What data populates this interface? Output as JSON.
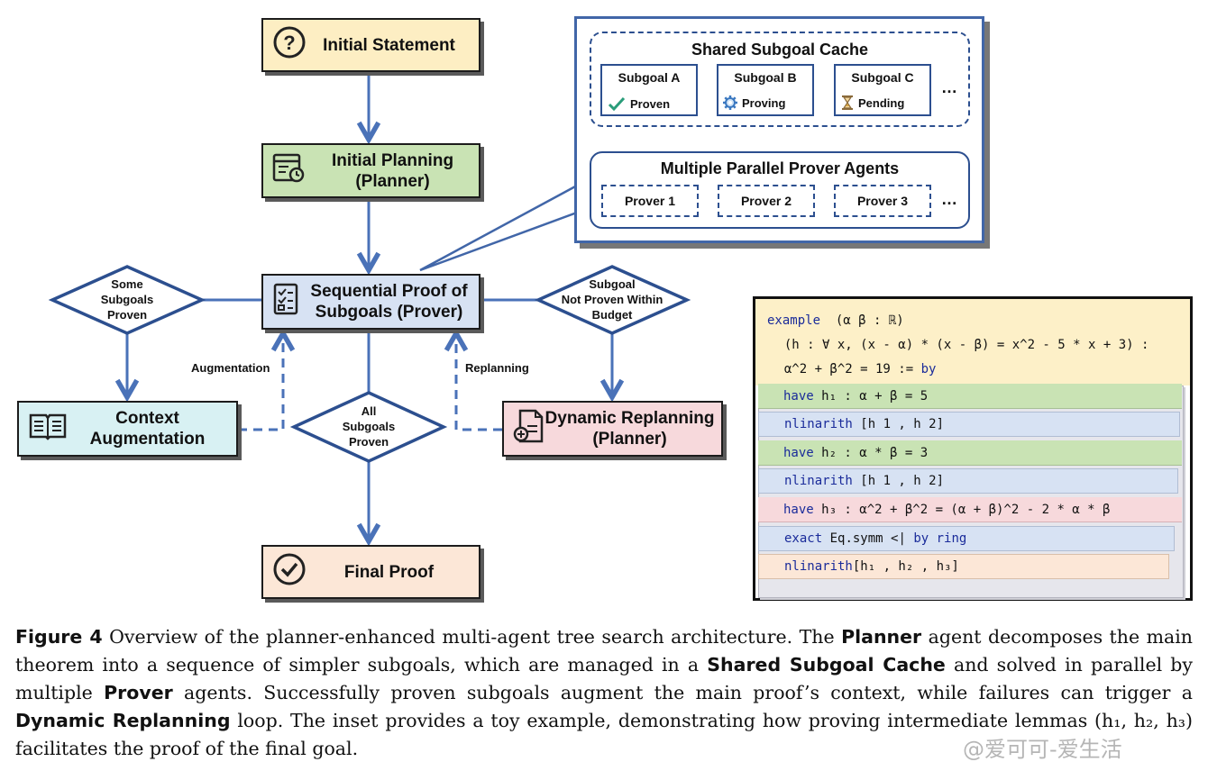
{
  "nodes": {
    "initial_statement": "Initial Statement",
    "initial_planning_1": "Initial Planning",
    "initial_planning_2": "(Planner)",
    "sequential_proof_1": "Sequential Proof of",
    "sequential_proof_2": "Subgoals (Prover)",
    "context_aug_1": "Context",
    "context_aug_2": "Augmentation",
    "dynamic_replan_1": "Dynamic Replanning",
    "dynamic_replan_2": "(Planner)",
    "final_proof": "Final Proof"
  },
  "decisions": {
    "some_1": "Some",
    "some_2": "Subgoals",
    "some_3": "Proven",
    "notproven_1": "Subgoal",
    "notproven_2": "Not Proven Within",
    "notproven_3": "Budget",
    "all_1": "All",
    "all_2": "Subgoals",
    "all_3": "Proven"
  },
  "edge_labels": {
    "augmentation": "Augmentation",
    "replanning": "Replanning"
  },
  "inset": {
    "cache_title": "Shared Subgoal Cache",
    "subgoals": [
      {
        "name": "Subgoal A",
        "status": "Proven"
      },
      {
        "name": "Subgoal B",
        "status": "Proving"
      },
      {
        "name": "Subgoal C",
        "status": "Pending"
      }
    ],
    "ellipsis": "…",
    "agents_title": "Multiple Parallel Prover Agents",
    "provers": [
      "Prover 1",
      "Prover 2",
      "Prover 3"
    ]
  },
  "code": {
    "l1_kw": "example",
    "l1_rest": "  (α β : ℝ)",
    "l2": "  (h : ∀ x, (x - α) * (x - β) = x^2 - 5 * x + 3) :",
    "l3_rest": "  α^2 + β^2 = 19 := ",
    "l3_kw": "by",
    "l4_kw": "have",
    "l4_rest": " h₁ : α + β = 5",
    "l5_kw": "nlinarith",
    "l5_rest": " [h 1 , h 2]",
    "l6_kw": "have",
    "l6_rest": " h₂ : α * β = 3",
    "l7_kw": "nlinarith",
    "l7_rest": " [h 1 , h 2]",
    "l8_kw": "have",
    "l8_rest": " h₃ : α^2 + β^2 = (α + β)^2 - 2 * α * β",
    "l9_kw": "exact",
    "l9_mid": " Eq.symm <| ",
    "l9_kw2": "by ring",
    "l10_kw": "nlinarith",
    "l10_rest": "[h₁ , h₂ , h₃]"
  },
  "caption": {
    "fig_label": "Figure 4",
    "t1": "  Overview of the planner-enhanced multi-agent tree search architecture. The ",
    "b1": "Planner",
    "t2": " agent decomposes the main theorem into a sequence of simpler subgoals, which are managed in a ",
    "b2": "Shared Subgoal Cache",
    "t3": " and solved in parallel by multiple ",
    "b3": "Prover",
    "t4": " agents. Successfully proven subgoals augment the main proof’s context, while failures can trigger a ",
    "b4": "Dynamic Replanning",
    "t5": " loop. The inset provides a toy example, demonstrating how proving intermediate lemmas (h₁, h₂, h₃) facilitates the proof of the final goal."
  },
  "watermark": "@爱可可-爱生活",
  "colors": {
    "statement": "#fdeec3",
    "planning": "#c9e3b4",
    "prover": "#d7e2f3",
    "context": "#d8f1f3",
    "replan": "#f7d9dc",
    "final": "#fce7d7",
    "arrow": "#4a72b8",
    "inset_border": "#4166a8"
  },
  "icons": [
    "question-icon",
    "calendar-icon",
    "checklist-icon",
    "book-icon",
    "document-plus-icon",
    "check-circle-icon",
    "checkmark-icon",
    "gear-icon",
    "hourglass-icon"
  ]
}
